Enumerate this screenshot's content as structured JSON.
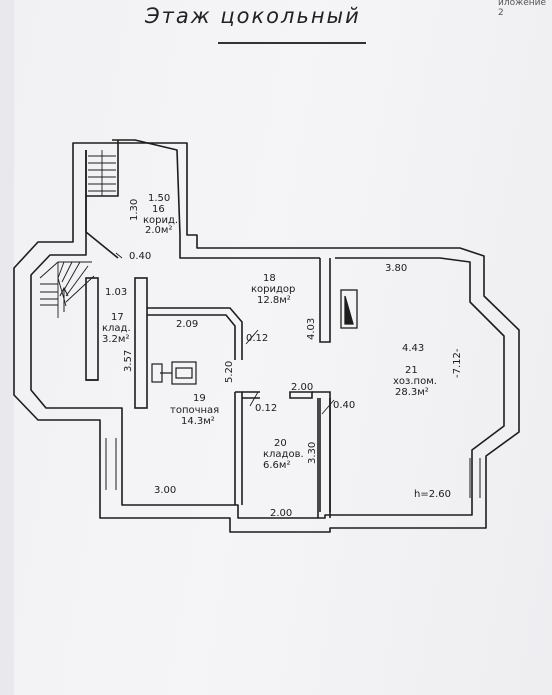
{
  "header": {
    "title": "Этаж цокольный",
    "corner_text": "иложение 2"
  },
  "rooms": [
    {
      "id": "16",
      "name": "корид.",
      "area": "2.0м²"
    },
    {
      "id": "17",
      "name": "клад.",
      "area": "3.2м²"
    },
    {
      "id": "18",
      "name": "коридор",
      "area": "12.8м²"
    },
    {
      "id": "19",
      "name": "топочная",
      "area": "14.3м²"
    },
    {
      "id": "20",
      "name": "кладов.",
      "area": "6.6м²"
    },
    {
      "id": "21",
      "name": "хоз.пом.",
      "area": "28.3м²"
    }
  ],
  "dimensions": {
    "d150": "1.50",
    "d130": "1.30",
    "d040a": "0.40",
    "d103": "1.03",
    "d380": "3.80",
    "d403": "4.03",
    "d209": "2.09",
    "d012a": "0.12",
    "d357": "3.57",
    "d520": "5.20",
    "d443": "4.43",
    "d712": "-7.12-",
    "d200a": "2.00",
    "d012b": "0.12",
    "d040b": "0.40",
    "d330": "3.30",
    "d300": "3.00",
    "d200b": "2.00"
  },
  "ceiling_height": "h=2.60"
}
